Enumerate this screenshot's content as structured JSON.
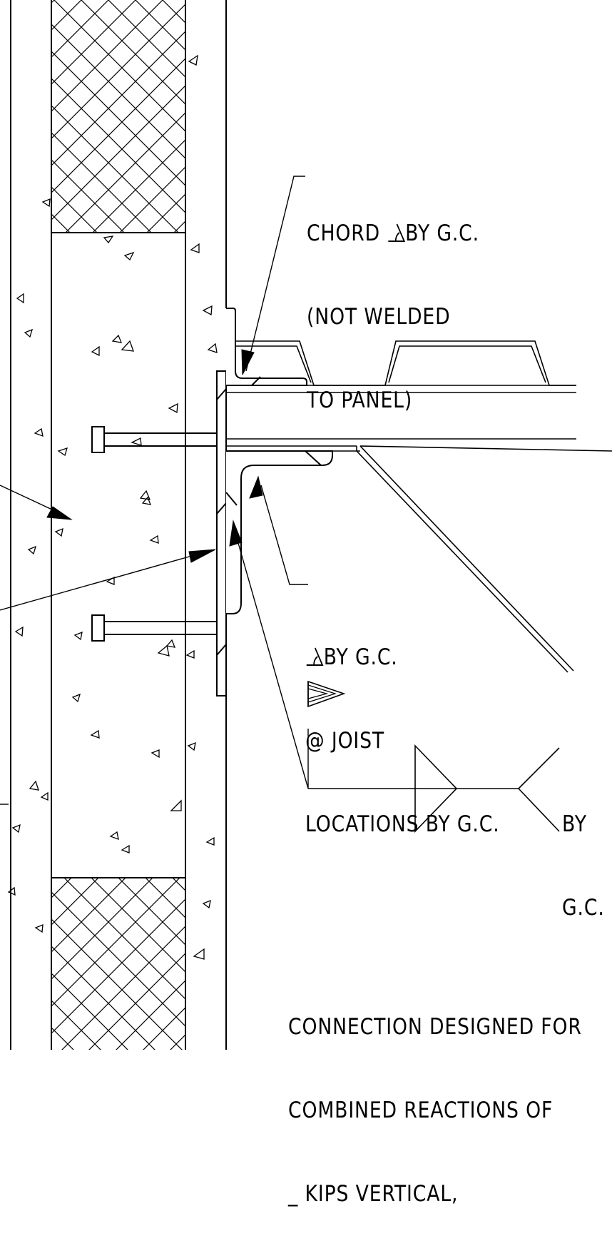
{
  "notes": {
    "chord": {
      "symbol_name": "angle-icon",
      "line1_after_symbol": "BY G.C.",
      "line1_prefix": "CHORD",
      "line2": "(NOT WELDED",
      "line3": "TO PANEL)"
    },
    "joist_angle": {
      "symbol_name": "angle-icon",
      "line1_after_symbol": "BY G.C.",
      "line2": "@ JOIST",
      "line3": "LOCATIONS BY G.C."
    },
    "weld_by": {
      "line1": "BY",
      "line2": "G.C."
    },
    "connection": {
      "line1": "CONNECTION DESIGNED FOR",
      "line2": "COMBINED REACTIONS OF",
      "line3": "_ KIPS VERTICAL,"
    }
  },
  "colors": {
    "ink": "#000000",
    "paper": "#ffffff"
  }
}
